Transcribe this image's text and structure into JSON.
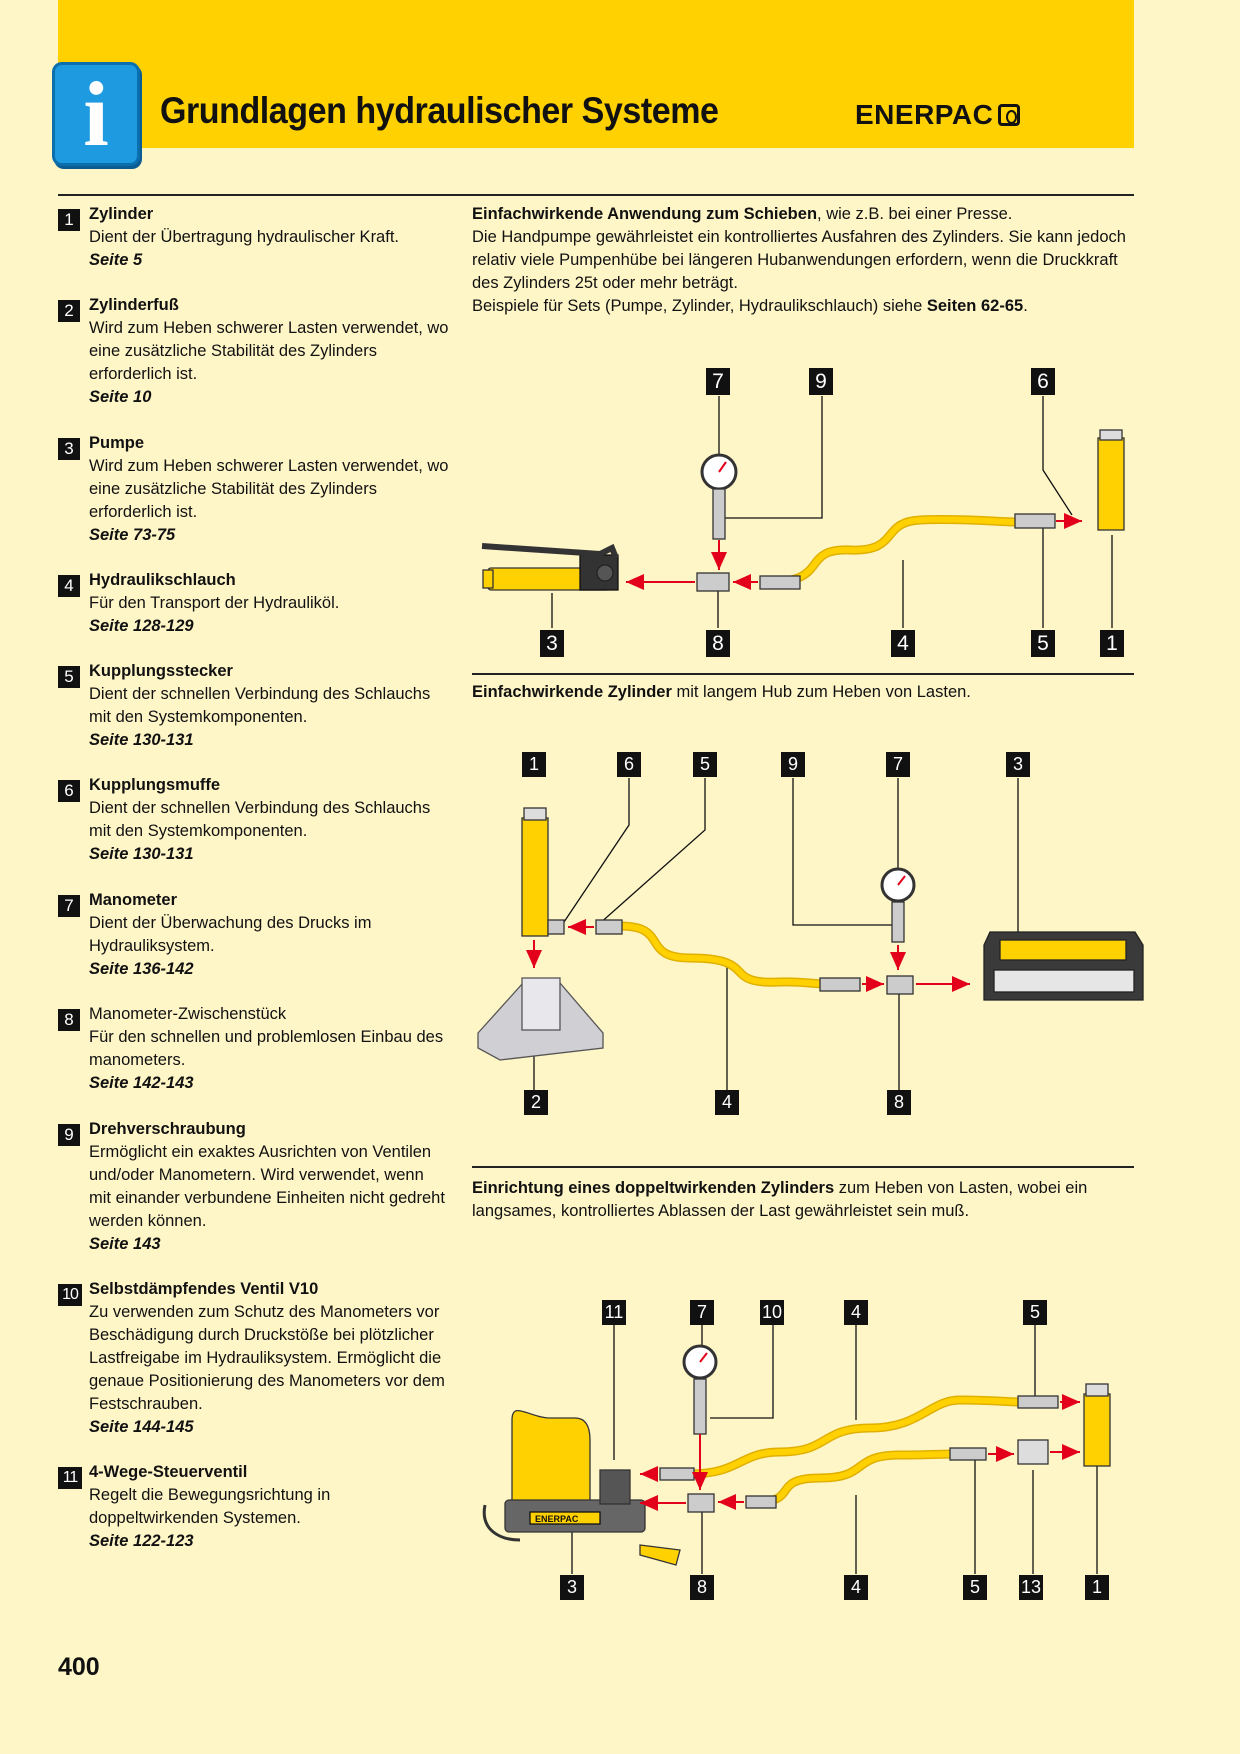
{
  "header": {
    "title": "Grundlagen hydraulischer Systeme",
    "brand": "ENERPAC",
    "info_icon": "info-icon",
    "colors": {
      "band": "#ffd100",
      "page": "#fff6c8",
      "icon": "#1e9be0",
      "arrow": "#e3001b"
    }
  },
  "components": [
    {
      "num": "1",
      "title": "Zylinder",
      "text": "Dient der Übertragung hydraulischer Kraft.",
      "page": "Seite 5"
    },
    {
      "num": "2",
      "title": "Zylinderfuß",
      "text": "Wird zum Heben schwerer Lasten verwendet, wo eine zusätzliche Stabilität des Zylinders erforderlich ist.",
      "page": "Seite 10"
    },
    {
      "num": "3",
      "title": "Pumpe",
      "text": "Wird zum Heben schwerer Lasten verwendet, wo eine zusätzliche Stabilität des Zylinders erforderlich ist.",
      "page": "Seite 73-75"
    },
    {
      "num": "4",
      "title": "Hydraulikschlauch",
      "text": "Für den Transport der Hydrauliköl.",
      "page": "Seite 128-129"
    },
    {
      "num": "5",
      "title": "Kupplungsstecker",
      "text": "Dient der schnellen Verbindung des Schlauchs mit den Systemkomponenten.",
      "page": "Seite 130-131"
    },
    {
      "num": "6",
      "title": "Kupplungsmuffe",
      "text": "Dient der schnellen Verbindung des Schlauchs mit den Systemkomponenten.",
      "page": "Seite 130-131"
    },
    {
      "num": "7",
      "title": "Manometer",
      "text": "Dient der Überwachung des Drucks im Hydrauliksystem.",
      "page": "Seite 136-142"
    },
    {
      "num": "8",
      "title": "Manometer-Zwischenstück",
      "text": "Für den schnellen und problemlosen Einbau des manometers.",
      "page": "Seite 142-143"
    },
    {
      "num": "9",
      "title": "Drehverschraubung",
      "text": "Ermöglicht ein exaktes Ausrichten von Ventilen und/oder Manometern. Wird verwendet, wenn mit einander verbundene Einheiten nicht gedreht werden können.",
      "page": "Seite 143"
    },
    {
      "num": "10",
      "title": "Selbstdämpfendes Ventil V10",
      "text": "Zu verwenden zum Schutz des Manometers vor Beschädigung durch Druckstöße bei plötzlicher Lastfreigabe im Hydrauliksystem. Ermöglicht die genaue Positionierung des Manometers vor dem Festschrauben.",
      "page": "Seite 144-145"
    },
    {
      "num": "11",
      "title": "4-Wege-Steuerventil",
      "text": "Regelt die Bewegungsrichtung in doppeltwirkenden Systemen.",
      "page": "Seite 122-123"
    }
  ],
  "sections": {
    "s1": {
      "bold": "Einfachwirkende Anwendung zum Schieben",
      "text1": ", wie z.B. bei einer Presse.",
      "text2": "Die Handpumpe gewährleistet ein kontrolliertes Ausfahren des Zylinders. Sie kann jedoch relativ viele Pumpenhübe bei längeren Hubanwendungen erfordern, wenn die Druckkraft des Zylinders 25t oder mehr beträgt.",
      "text3": "Beispiele für Sets (Pumpe, Zylinder, Hydraulikschlauch) siehe ",
      "bold2": "Seiten 62-65",
      "text4": ".",
      "tags_top": [
        "7",
        "9",
        "6"
      ],
      "tags_bottom": [
        "3",
        "8",
        "4",
        "5",
        "1"
      ]
    },
    "s2": {
      "bold": "Einfachwirkende Zylinder",
      "text": " mit langem Hub zum Heben von Lasten.",
      "tags_top": [
        "1",
        "6",
        "5",
        "9",
        "7",
        "3"
      ],
      "tags_bottom": [
        "2",
        "4",
        "8"
      ]
    },
    "s3": {
      "bold": "Einrichtung eines doppeltwirkenden Zylinders",
      "text": " zum Heben von Lasten, wobei ein langsames, kontrolliertes Ablassen der Last gewährleistet sein muß.",
      "tags_top": [
        "11",
        "7",
        "10",
        "4",
        "5"
      ],
      "tags_bottom": [
        "3",
        "8",
        "4",
        "5",
        "13",
        "1"
      ],
      "pump_label": "ENERPAC"
    }
  },
  "page_number": "400"
}
